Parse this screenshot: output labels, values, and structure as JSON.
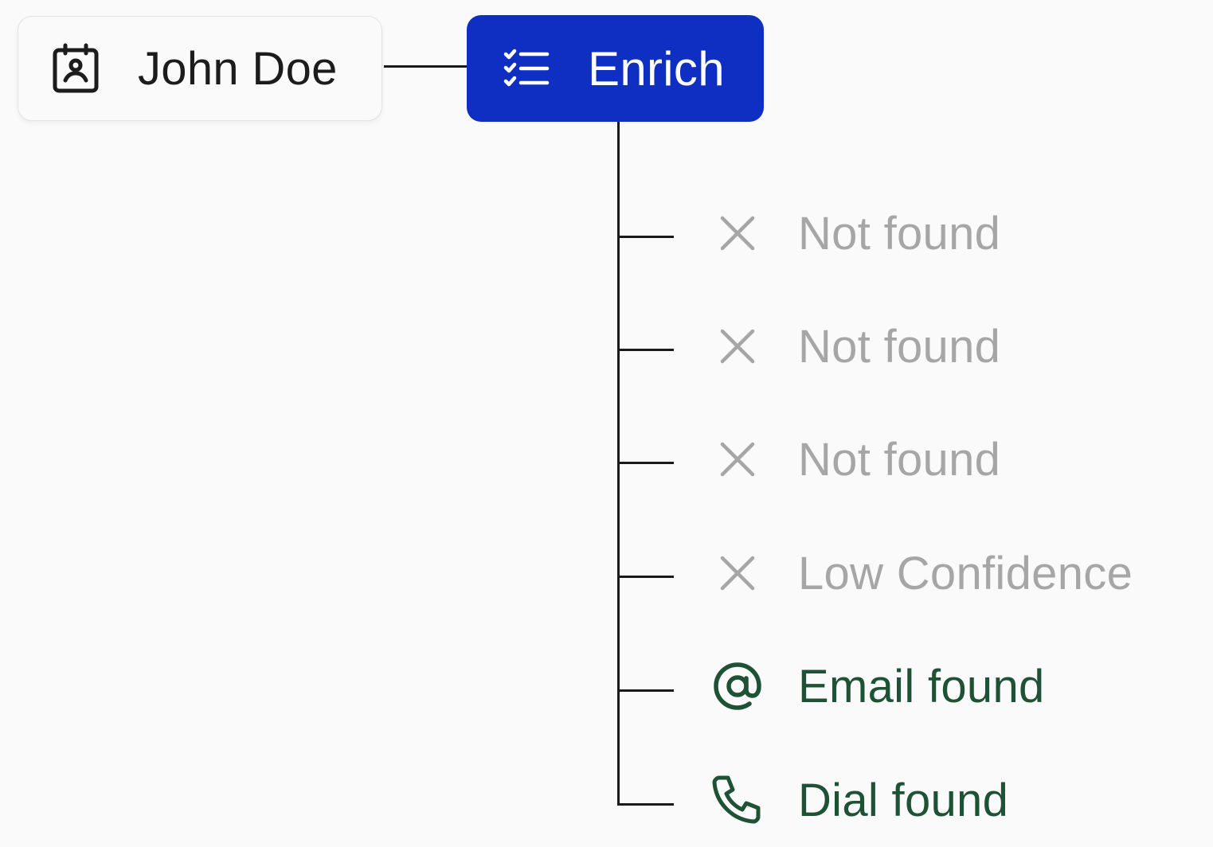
{
  "colors": {
    "background": "#fafafa",
    "enrich_fill": "#0f2fc2",
    "connector": "#1a1a1a",
    "miss_text": "#a6a6a6",
    "hit_text": "#1e5135"
  },
  "contact": {
    "icon": "contact-card-icon",
    "label": "John Doe"
  },
  "enrich": {
    "icon": "checklist-icon",
    "label": "Enrich"
  },
  "results": [
    {
      "icon": "x-icon",
      "label": "Not found",
      "status": "miss"
    },
    {
      "icon": "x-icon",
      "label": "Not found",
      "status": "miss"
    },
    {
      "icon": "x-icon",
      "label": "Not found",
      "status": "miss"
    },
    {
      "icon": "x-icon",
      "label": "Low Confidence",
      "status": "miss"
    },
    {
      "icon": "at-sign-icon",
      "label": "Email found",
      "status": "hit"
    },
    {
      "icon": "phone-icon",
      "label": "Dial found",
      "status": "hit"
    }
  ]
}
